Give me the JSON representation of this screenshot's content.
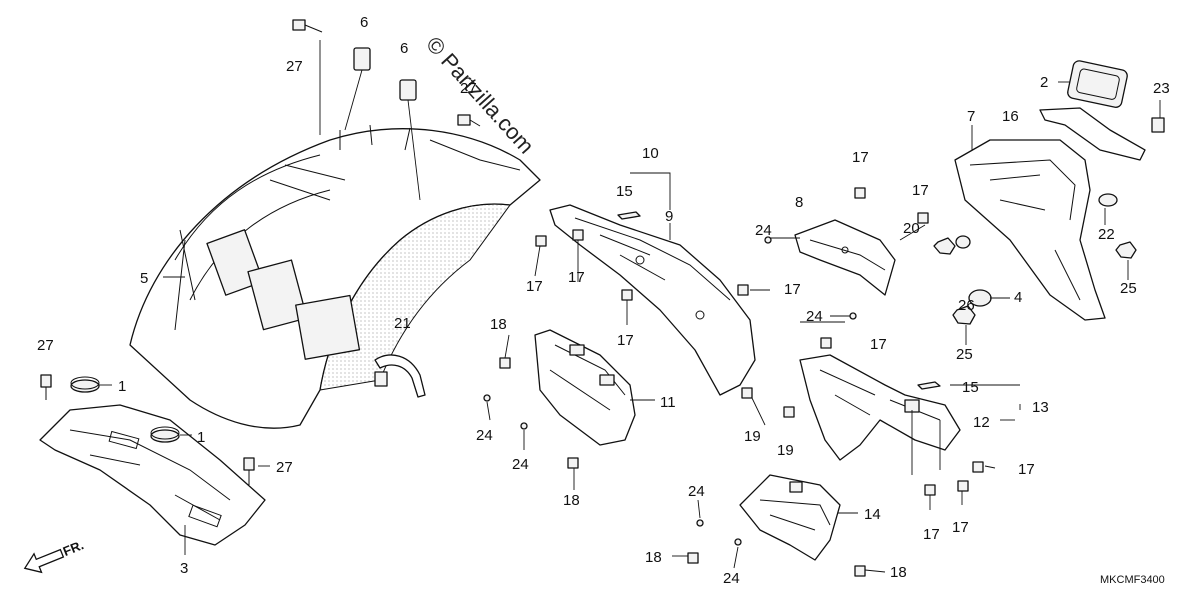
{
  "diagram": {
    "code": "MKCMF3400",
    "watermark": "© Partzilla.com",
    "direction": "FR.",
    "callouts": [
      {
        "id": "c-27a",
        "label": "27"
      },
      {
        "id": "c-6a",
        "label": "6"
      },
      {
        "id": "c-6b",
        "label": "6"
      },
      {
        "id": "c-27b",
        "label": "27"
      },
      {
        "id": "c-5",
        "label": "5"
      },
      {
        "id": "c-21",
        "label": "21"
      },
      {
        "id": "c-27c",
        "label": "27"
      },
      {
        "id": "c-1a",
        "label": "1"
      },
      {
        "id": "c-1b",
        "label": "1"
      },
      {
        "id": "c-27d",
        "label": "27"
      },
      {
        "id": "c-3",
        "label": "3"
      },
      {
        "id": "c-10",
        "label": "10"
      },
      {
        "id": "c-15a",
        "label": "15"
      },
      {
        "id": "c-9",
        "label": "9"
      },
      {
        "id": "c-17a",
        "label": "17"
      },
      {
        "id": "c-17b",
        "label": "17"
      },
      {
        "id": "c-17c",
        "label": "17"
      },
      {
        "id": "c-17d",
        "label": "17"
      },
      {
        "id": "c-18a",
        "label": "18"
      },
      {
        "id": "c-11",
        "label": "11"
      },
      {
        "id": "c-24a",
        "label": "24"
      },
      {
        "id": "c-24b",
        "label": "24"
      },
      {
        "id": "c-18b",
        "label": "18"
      },
      {
        "id": "c-19a",
        "label": "19"
      },
      {
        "id": "c-19b",
        "label": "19"
      },
      {
        "id": "c-17e",
        "label": "17"
      },
      {
        "id": "c-8",
        "label": "8"
      },
      {
        "id": "c-17f",
        "label": "17"
      },
      {
        "id": "c-24c",
        "label": "24"
      },
      {
        "id": "c-24d",
        "label": "24"
      },
      {
        "id": "c-17g",
        "label": "17"
      },
      {
        "id": "c-20",
        "label": "20"
      },
      {
        "id": "c-26",
        "label": "26"
      },
      {
        "id": "c-4",
        "label": "4"
      },
      {
        "id": "c-25a",
        "label": "25"
      },
      {
        "id": "c-25b",
        "label": "25"
      },
      {
        "id": "c-22",
        "label": "22"
      },
      {
        "id": "c-7",
        "label": "7"
      },
      {
        "id": "c-16",
        "label": "16"
      },
      {
        "id": "c-2",
        "label": "2"
      },
      {
        "id": "c-23",
        "label": "23"
      },
      {
        "id": "c-15b",
        "label": "15"
      },
      {
        "id": "c-13",
        "label": "13"
      },
      {
        "id": "c-12",
        "label": "12"
      },
      {
        "id": "c-17h",
        "label": "17"
      },
      {
        "id": "c-17i",
        "label": "17"
      },
      {
        "id": "c-17j",
        "label": "17"
      },
      {
        "id": "c-14",
        "label": "14"
      },
      {
        "id": "c-24e",
        "label": "24"
      },
      {
        "id": "c-18c",
        "label": "18"
      },
      {
        "id": "c-24f",
        "label": "24"
      },
      {
        "id": "c-18d",
        "label": "18"
      }
    ]
  }
}
